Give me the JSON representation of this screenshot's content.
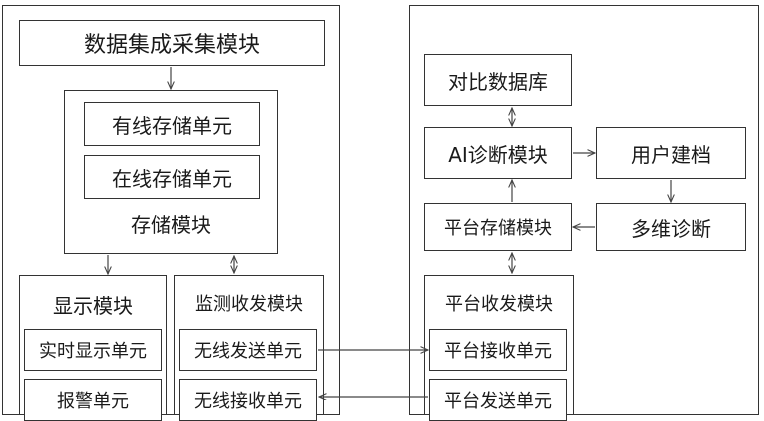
{
  "left": {
    "top_module": "数据集成采集模块",
    "storage_module": {
      "title": "存储模块",
      "units": [
        "有线存储单元",
        "在线存储单元"
      ]
    },
    "display_module": {
      "title": "显示模块",
      "units": [
        "实时显示单元",
        "报警单元"
      ]
    },
    "monitor_module": {
      "title": "监测收发模块",
      "units": [
        "无线发送单元",
        "无线接收单元"
      ]
    }
  },
  "right": {
    "compare_db": "对比数据库",
    "ai_module": "AI诊断模块",
    "user_profile": "用户建档",
    "platform_storage": "平台存储模块",
    "multi_diag": "多维诊断",
    "platform_transceiver": {
      "title": "平台收发模块",
      "units": [
        "平台接收单元",
        "平台发送单元"
      ]
    }
  }
}
